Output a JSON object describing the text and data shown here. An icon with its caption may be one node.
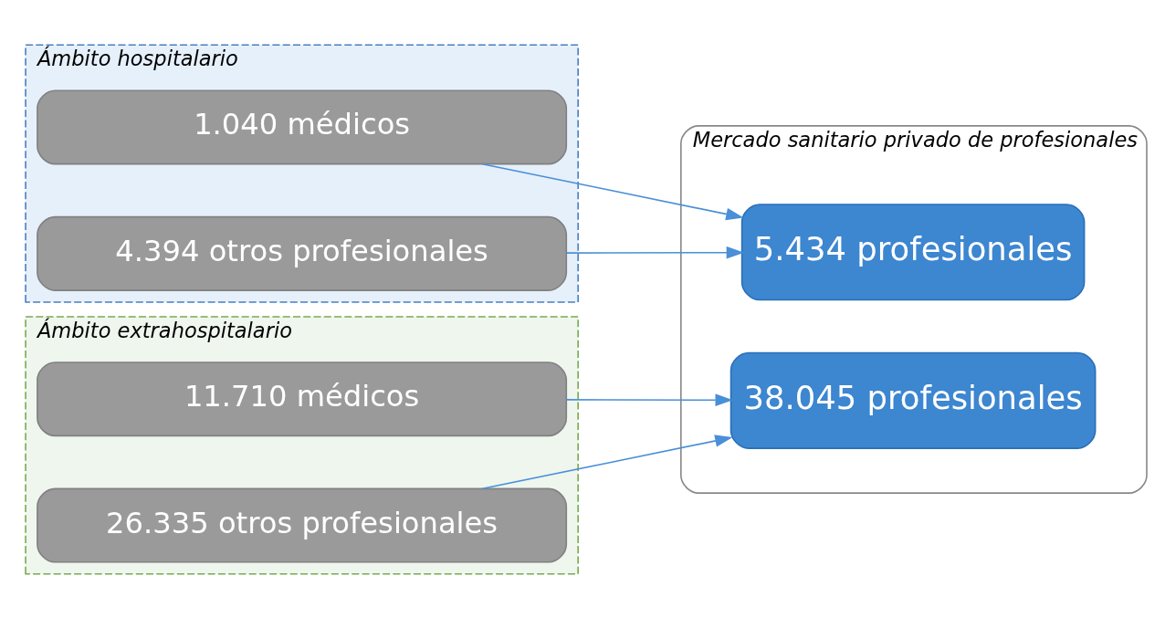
{
  "diagram": {
    "nodes": [
      {
        "text": [
          "Ámbito hospitalario"
        ]
      },
      {
        "text": [
          "1.040 médicos"
        ],
        "in": 0
      },
      {
        "text": [
          "4.394 otros profesionales"
        ],
        "in": 0
      },
      {
        "text": [
          "Ámbito extrahospitalario"
        ]
      },
      {
        "text": [
          "11.710 médicos"
        ],
        "in": 3
      },
      {
        "text": [
          "26.335 otros profesionales"
        ],
        "in": 3
      },
      {
        "text": [
          "Mercado sanitario privado de profesionales"
        ]
      },
      {
        "text": [
          "5.434 profesionales"
        ],
        "in": 6
      },
      {
        "text": [
          "38.045 profesionales"
        ],
        "in": 6
      }
    ],
    "edges": [
      {
        "from": 1,
        "to": 7,
        "arrow": "to"
      },
      {
        "from": 2,
        "to": 7,
        "arrow": "to"
      },
      {
        "from": 4,
        "to": 8,
        "arrow": "to"
      },
      {
        "from": 5,
        "to": 8,
        "arrow": "to"
      }
    ]
  }
}
